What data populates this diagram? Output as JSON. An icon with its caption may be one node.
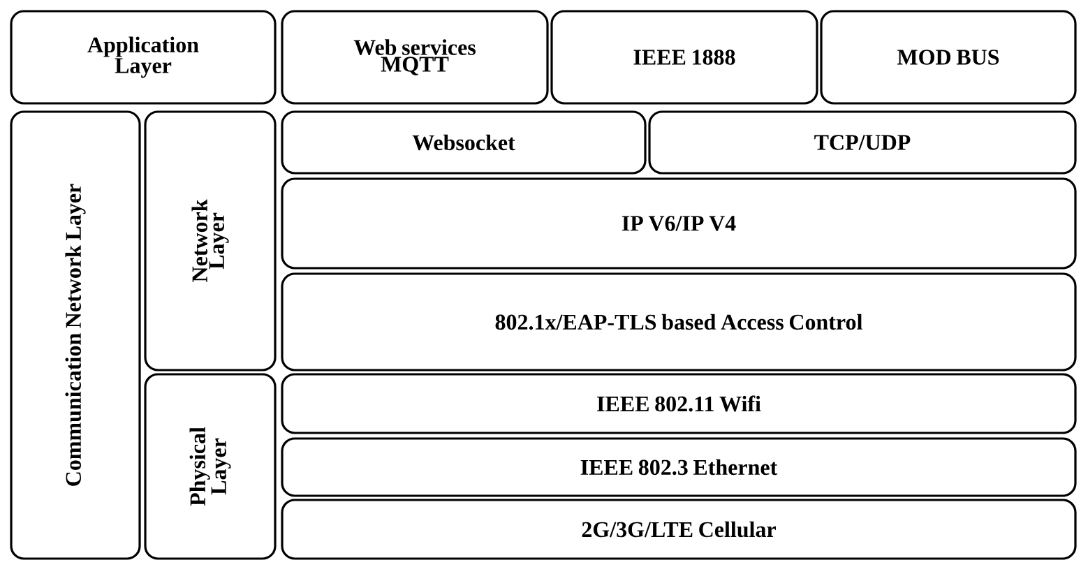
{
  "diagram": {
    "nodes": [
      {
        "text": [
          "Application Layer"
        ]
      },
      {
        "text": [
          "Web services MQTT"
        ]
      },
      {
        "text": [
          "IEEE 1888"
        ]
      },
      {
        "text": [
          "MOD BUS"
        ]
      },
      {
        "text": [
          "Communication Network Layer"
        ]
      },
      {
        "text": [
          "Network Layer"
        ]
      },
      {
        "text": [
          "Physical Layer"
        ]
      },
      {
        "text": [
          "Websocket"
        ]
      },
      {
        "text": [
          "TCP/UDP"
        ]
      },
      {
        "text": [
          "IP V6/IP V4"
        ]
      },
      {
        "text": [
          "802.1x/EAP-TLS based Access Control"
        ]
      },
      {
        "text": [
          "IEEE 802.11 Wifi"
        ]
      },
      {
        "text": [
          "IEEE 802.3 Ethernet"
        ]
      },
      {
        "text": [
          "2G/3G/LTE Cellular"
        ]
      }
    ]
  }
}
